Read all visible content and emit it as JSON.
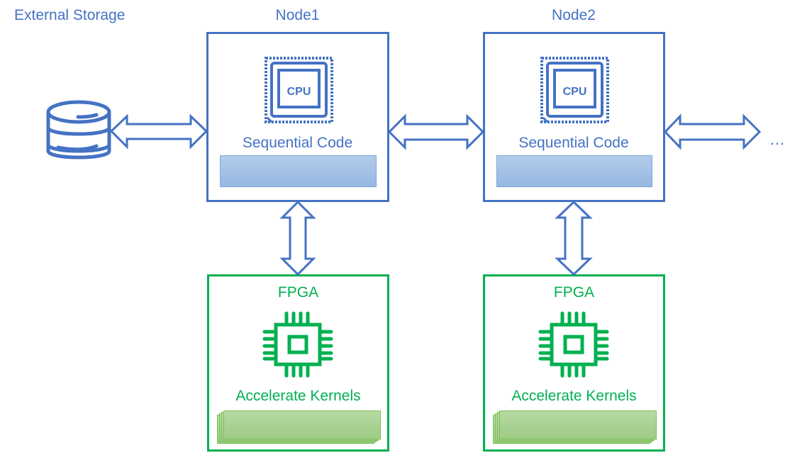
{
  "colors": {
    "cpu_blue": "#4472C4",
    "fpga_green": "#00B050"
  },
  "storage": {
    "label": "External Storage",
    "icon": "database-icon"
  },
  "nodes": [
    {
      "title": "Node1",
      "cpu_icon_label": "CPU",
      "code_label": "Sequential Code",
      "fpga": {
        "title": "FPGA",
        "kernels_label": "Accelerate Kernels",
        "icon": "chip-icon"
      }
    },
    {
      "title": "Node2",
      "cpu_icon_label": "CPU",
      "code_label": "Sequential Code",
      "fpga": {
        "title": "FPGA",
        "kernels_label": "Accelerate Kernels",
        "icon": "chip-icon"
      }
    }
  ],
  "continuation": "…",
  "connections": [
    {
      "from": "External Storage",
      "to": "Node1",
      "type": "bidirectional"
    },
    {
      "from": "Node1",
      "to": "Node2",
      "type": "bidirectional"
    },
    {
      "from": "Node2",
      "to": "…",
      "type": "bidirectional"
    },
    {
      "from": "Node1",
      "to": "Node1 FPGA",
      "type": "bidirectional"
    },
    {
      "from": "Node2",
      "to": "Node2 FPGA",
      "type": "bidirectional"
    }
  ]
}
